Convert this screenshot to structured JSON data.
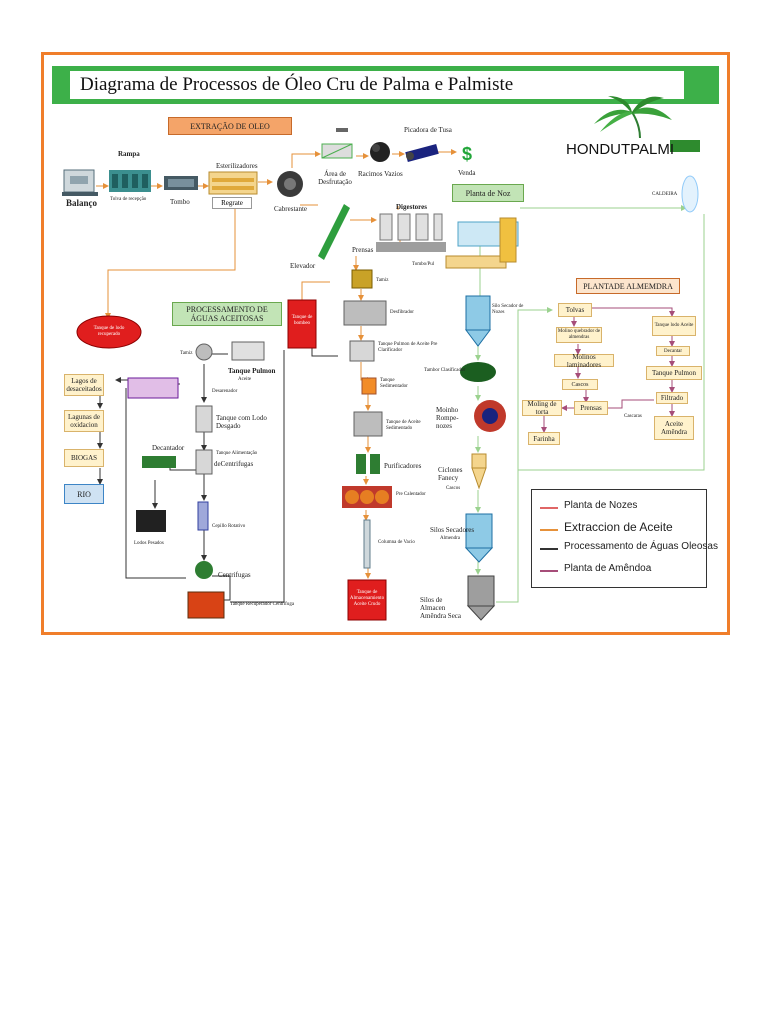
{
  "title": "Diagrama de Processos de Óleo Cru de Palma e Palmiste",
  "logo": {
    "text": "HONDUTPALMI"
  },
  "sections": {
    "extraction": "EXTRAÇÃO DE OLEO",
    "water": "PROCESSAMENTO DE ÁGUAS ACEITOSAS",
    "nut_plant": "Planta de Noz",
    "almond_plant": "PLANTADE ALMEMDRA"
  },
  "labels": {
    "balanca": "Balanço",
    "rampa": "Rampa",
    "rampa_sub": "Tolva de recepção",
    "tombo": "Tombo",
    "esterilizadores": "Esterilizadores",
    "regrate": "Regrate",
    "cabrestante": "Cabrestante",
    "area_desfrutacao": "Área de Desfrutação",
    "racimos_vazios": "Racimos Vazios",
    "picadora": "Picadora de Tusa",
    "venda": "Venda",
    "elevador": "Elevador",
    "digestores": "Digestores",
    "prensas": "Prensas",
    "torta": "Tombo/Pul",
    "caldeira": "CALDEIRA",
    "tamiz": "Tamiz",
    "desfibrador": "Desfibrador",
    "tanque_bombeo": "Tanque de bombeo",
    "clarificador": "Tanque Pulmon de Aceite Pre Clarificador",
    "tanque_sedimentador": "Tanque Sedimentador",
    "tanque_sedimentado": "Tanque de Aceite Sedimentado",
    "purificadores": "Purificadores",
    "pre_calentador": "Pre Calentador",
    "columna_vacio": "Columna de Vacio",
    "tanque_almacenamiento": "Tanque de Almacenamiento Aceite Crudo",
    "tanque_lodo": "Tanque de lodo recuperado",
    "lagos": "Lagos de desaceitados",
    "lagunas": "Lagunas de oxidacion",
    "biogas": "BIOGAS",
    "rio": "RIO",
    "tamiz2": "Tamiz",
    "tanque_pulmon": "Tanque Pulmon",
    "tanque_pulmon_sub": "Aceite",
    "desarenador": "Desarenador",
    "tanque_lodo_desgasado": "Tanque com Lodo Desgado",
    "tanque_alimentacion": "Tanque Alimentação",
    "decentrifugas": "deCentrifugas",
    "decantador": "Decantador",
    "lodos_pesados": "Lodos Pesados",
    "cepillo": "Cepillo Rotativo",
    "centrifugas": "Centrifugas",
    "tanque_recuperador": "Tanque Recuperador Centrifuga",
    "secador_nozes": "Silo Secador de Nozes",
    "tambor": "Tambor Clasificador",
    "moinho": "Moinho Rompe-nozes",
    "ciclones": "Ciclones Fanecy",
    "ciclones_sub": "Cascos",
    "silos_secadores": "Silos Secadores",
    "silos_sub": "Almendra",
    "silos_almacen": "Silos de Almacen Amêndra Seca",
    "tolvas": "Tolvas",
    "molino_quebrador": "Molino quebrador de almendras",
    "molinos_laminadores": "Molinos laminadores",
    "cascos": "Cascos",
    "prensas2": "Prensas",
    "molino_torta": "Moling de torta",
    "farinha": "Farinha",
    "tanque_lodo2": "Tanque lodo Aceite",
    "o_cacao": "Decantar",
    "tanque_pulmon2": "Tanque Pulmon",
    "filtrado": "Filtrado",
    "aceite_amendra": "Aceite Amêndra",
    "cascara": "Cascaras"
  },
  "legend": {
    "items": [
      {
        "label": "Planta de Nozes",
        "color": "#e06666"
      },
      {
        "label": "Extraccion de Aceite",
        "color": "#e6913a"
      },
      {
        "label": "Processamento de Águas Oleosas",
        "color": "#333333"
      },
      {
        "label": "Planta de Amêndoa",
        "color": "#a64d79"
      }
    ]
  },
  "colors": {
    "frame": "#f07e2a",
    "header": "#3db049",
    "extraction_line": "#e6913a",
    "water_line": "#333333",
    "nut_line": "#9bd28f",
    "almond_line": "#a64d79",
    "tank_red": "#e01e1e"
  }
}
